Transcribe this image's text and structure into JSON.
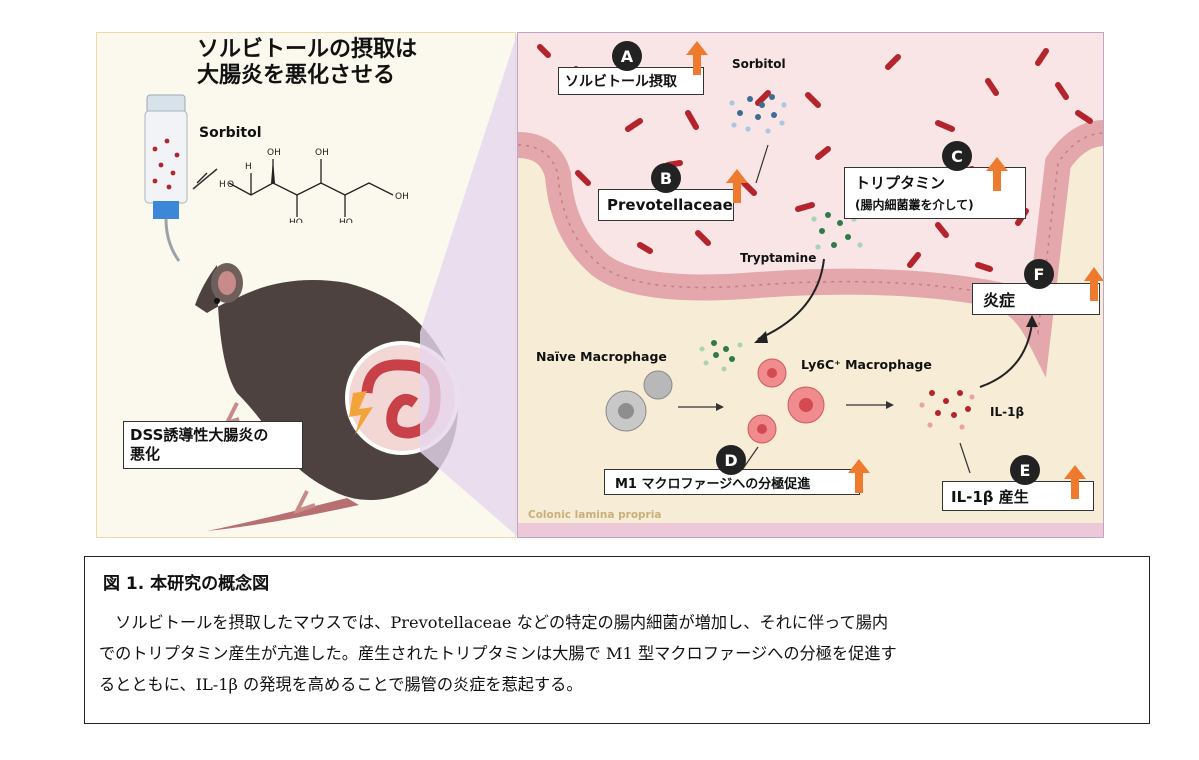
{
  "figure": {
    "left_title_line1": "ソルビトールの摂取は",
    "left_title_line2": "大腸炎を悪化させる",
    "sorbitol_left": "Sorbitol",
    "dss_line1": "DSS誘導性大腸炎の",
    "dss_line2": "悪化",
    "sorbitol_right": "Sorbitol",
    "tryptamine_label": "Tryptamine",
    "naive_macrophage": "Naïve Macrophage",
    "ly6c_macrophage": "Ly6C⁺ Macrophage",
    "il1b_label": "IL-1β",
    "lamina_propria": "Colonic lamina propria",
    "steps": [
      {
        "letter": "A",
        "text": "ソルビトール摂取"
      },
      {
        "letter": "B",
        "text": "Prevotellaceae"
      },
      {
        "letter": "C",
        "text": "トリプタミン",
        "subtext": "(腸内細菌叢を介して)"
      },
      {
        "letter": "D",
        "text": "M1 マクロファージへの分極促進"
      },
      {
        "letter": "E",
        "text": "IL-1β 産生"
      },
      {
        "letter": "F",
        "text": "炎症"
      }
    ],
    "colors": {
      "arrow_up": "#ee7a2e",
      "bacteria": "#b4242c",
      "lumen": "#f9e4e6",
      "tissue": "#f5ead2"
    }
  },
  "caption": {
    "title": "図 1. 本研究の概念図",
    "lines": [
      "　ソルビトールを摂取したマウスでは、Prevotellaceae などの特定の腸内細菌が増加し、それに伴って腸内",
      "でのトリプタミン産生が亢進した。産生されたトリプタミンは大腸で M1 型マクロファージへの分極を促進す",
      "るとともに、IL-1β の発現を高めることで腸管の炎症を惹起する。"
    ]
  }
}
